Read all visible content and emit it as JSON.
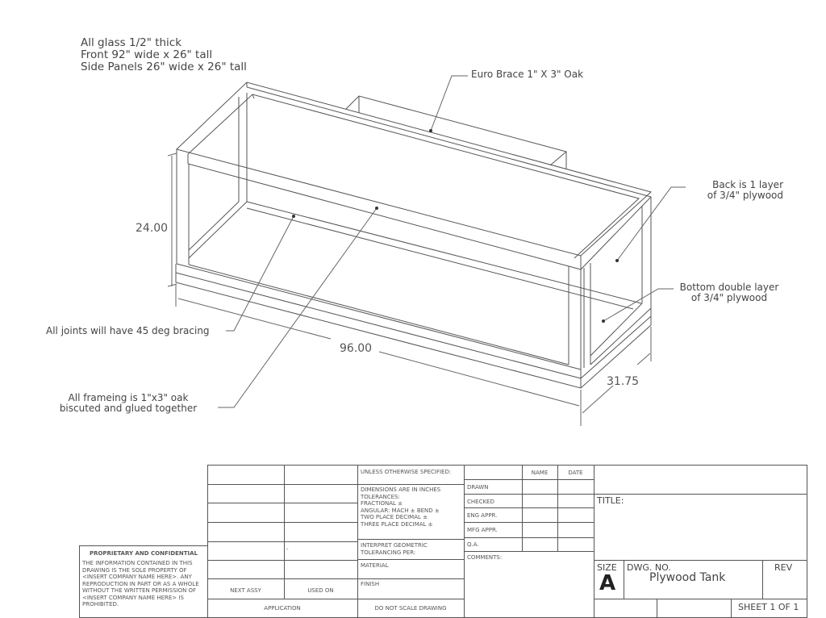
{
  "notes": {
    "lines": [
      "All glass 1/2\" thick",
      "Front 92\" wide x 26\" tall",
      "Side Panels 26\" wide x 26\" tall"
    ]
  },
  "callouts": {
    "euro_brace": "Euro Brace 1\" X 3\" Oak",
    "back": [
      "Back is 1 layer",
      "of 3/4\" plywood"
    ],
    "bottom": [
      "Bottom double layer",
      "of 3/4\" plywood"
    ],
    "joints": "All joints will have 45 deg bracing",
    "framing": [
      "All frameing is 1\"x3\" oak",
      "biscuted and glued together"
    ]
  },
  "dimensions": {
    "height": "24.00",
    "length": "96.00",
    "depth": "31.75"
  },
  "title_block": {
    "proprietary_title": "PROPRIETARY AND CONFIDENTIAL",
    "proprietary_text": [
      "THE INFORMATION CONTAINED IN THIS",
      "DRAWING IS THE SOLE PROPERTY OF",
      "<INSERT COMPANY NAME HERE>.  ANY",
      "REPRODUCTION IN PART OR AS A WHOLE",
      "WITHOUT THE WRITTEN PERMISSION OF",
      "<INSERT COMPANY NAME HERE> IS",
      "PROHIBITED."
    ],
    "dash": "-",
    "next_assy": "NEXT ASSY",
    "used_on": "USED ON",
    "application": "APPLICATION",
    "unless": "UNLESS OTHERWISE SPECIFIED:",
    "tolerances": [
      "DIMENSIONS ARE IN INCHES",
      "TOLERANCES:",
      "FRACTIONAL ±",
      "ANGULAR: MACH ±    BEND ±",
      "TWO PLACE DECIMAL    ±",
      "THREE PLACE DECIMAL   ±"
    ],
    "interpret": [
      "INTERPRET GEOMETRIC",
      "TOLERANCING PER:"
    ],
    "material": "MATERIAL",
    "finish": "FINISH",
    "do_not_scale": "DO NOT SCALE DRAWING",
    "name": "NAME",
    "date": "DATE",
    "drawn": "DRAWN",
    "checked": "CHECKED",
    "eng_appr": "ENG APPR.",
    "mfg_appr": "MFG APPR.",
    "qa": "Q.A.",
    "comments": "COMMENTS:",
    "title_label": "TITLE:",
    "size_label": "SIZE",
    "size": "A",
    "dwg_no_label": "DWG.  NO.",
    "dwg_no": "Plywood Tank",
    "rev": "REV",
    "sheet": "SHEET 1 OF 1"
  }
}
